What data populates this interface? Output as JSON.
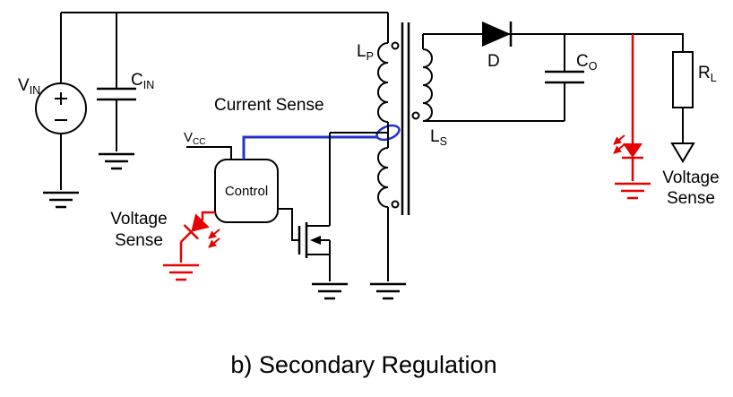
{
  "caption": "b) Secondary Regulation",
  "colors": {
    "wire": "#000000",
    "blue": "#2233cc",
    "red": "#e60000"
  },
  "labels": {
    "vin": {
      "main": "V",
      "sub": "IN"
    },
    "cin": {
      "main": "C",
      "sub": "IN"
    },
    "vcc": {
      "main": "V",
      "sub": "CC"
    },
    "current_sense": "Current Sense",
    "control": "Control",
    "voltage_sense_left": {
      "line1": "Voltage",
      "line2": "Sense"
    },
    "lp": {
      "main": "L",
      "sub": "P"
    },
    "ls": {
      "main": "L",
      "sub": "S"
    },
    "diode": "D",
    "co": {
      "main": "C",
      "sub": "O"
    },
    "rl": {
      "main": "R",
      "sub": "L"
    },
    "voltage_sense_right": {
      "line1": "Voltage",
      "line2": "Sense"
    }
  }
}
